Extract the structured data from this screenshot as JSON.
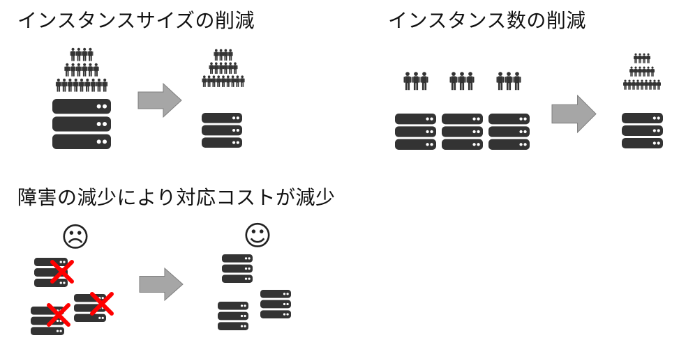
{
  "sections": {
    "instance_size": {
      "title": "インスタンスサイズの削減"
    },
    "instance_count": {
      "title": "インスタンス数の削減"
    },
    "failure": {
      "title": "障害の減少により対応コストが減少"
    }
  },
  "colors": {
    "server": "#333333",
    "server_dots": "#ffffff",
    "people": "#333333",
    "arrow": "#a6a6a6",
    "arrow_stroke": "#7f7f7f",
    "failure_mark": "#ff0000"
  },
  "icons": {
    "server": "server-stack-icon",
    "people": "person-icon",
    "arrow": "right-arrow-icon",
    "failure": "red-x-icon",
    "sad": "sad-face-icon",
    "happy": "smiley-face-icon"
  },
  "emoji": {
    "sad": "☹",
    "happy": "☺"
  }
}
